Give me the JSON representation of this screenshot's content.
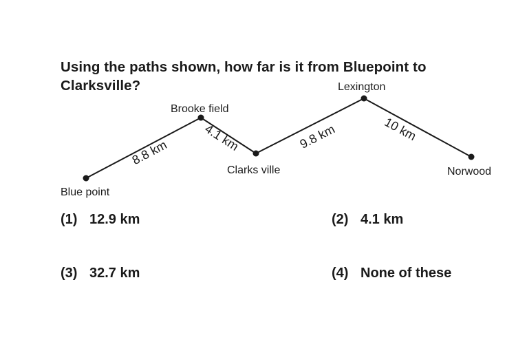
{
  "question": "Using the paths shown, how far is it from Bluepoint to Clarksville?",
  "towns": {
    "blue_point": "Blue point",
    "brooke_field": "Brooke field",
    "clarks_ville": "Clarks ville",
    "lexington": "Lexington",
    "norwood": "Norwood"
  },
  "distances": {
    "bluepoint_brookefield": "8.8 km",
    "brookefield_clarksville": "4.1 km",
    "clarksville_lexington": "9.8 km",
    "lexington_norwood": "10 km"
  },
  "options": [
    {
      "number": "(1)",
      "text": "12.9 km"
    },
    {
      "number": "(2)",
      "text": "4.1 km"
    },
    {
      "number": "(3)",
      "text": "32.7 km"
    },
    {
      "number": "(4)",
      "text": "None of these"
    }
  ]
}
